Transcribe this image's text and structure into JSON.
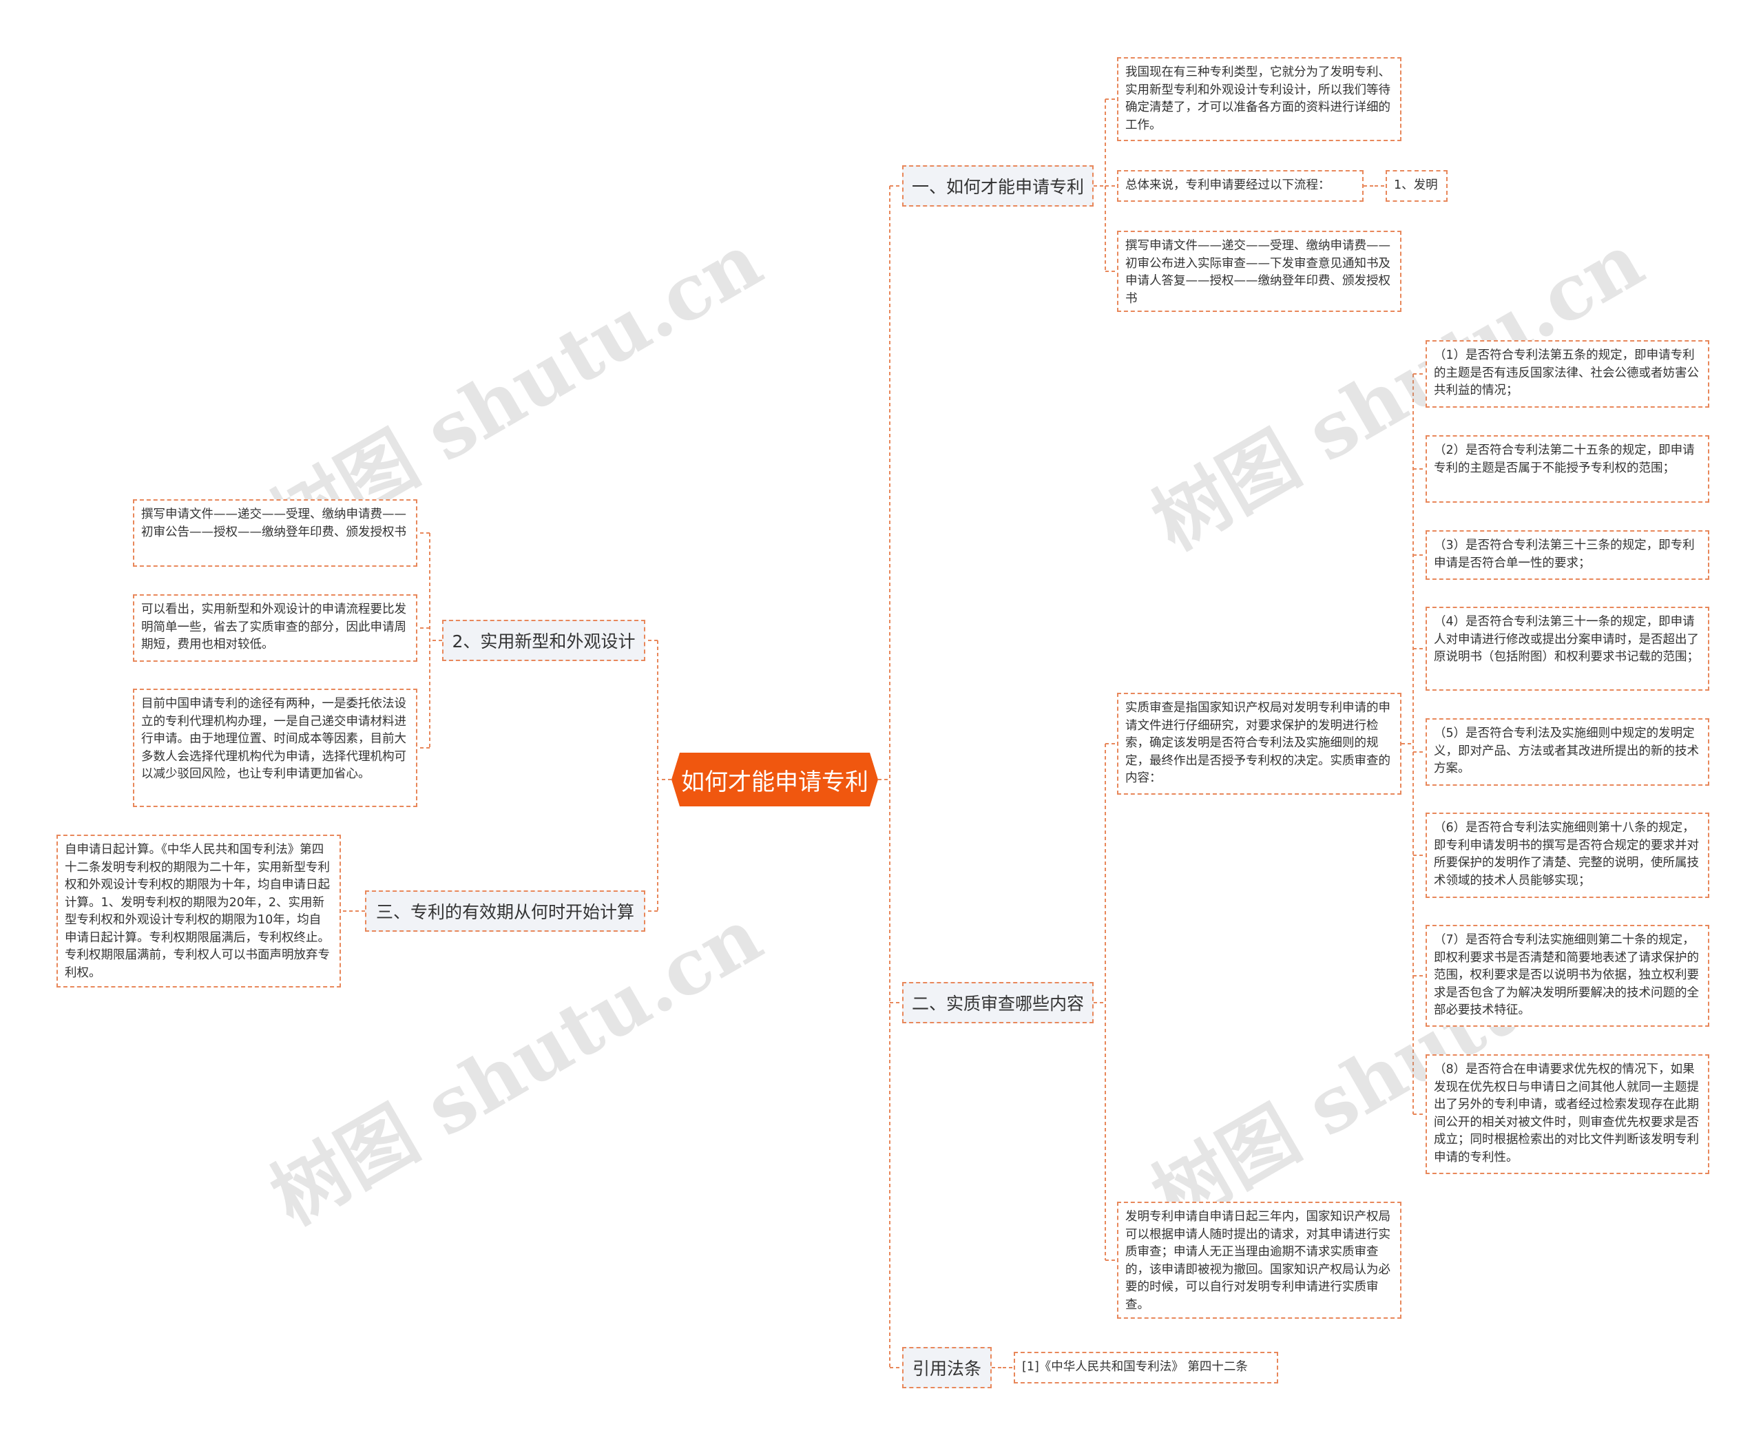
{
  "root": {
    "label": "如何才能申请专利"
  },
  "branches": {
    "b1": {
      "label": "一、如何才能申请专利"
    },
    "b2": {
      "label": "二、实质审查哪些内容"
    },
    "b3": {
      "label": "引用法条"
    },
    "b4": {
      "label": "2、实用新型和外观设计"
    },
    "b5": {
      "label": "三、专利的有效期从何时开始计算"
    }
  },
  "leaves": {
    "b1_1": "我国现在有三种专利类型，它就分为了发明专利、实用新型专利和外观设计专利设计，所以我们等待确定清楚了，才可以准备各方面的资料进行详细的工作。",
    "b1_2": "总体来说，专利申请要经过以下流程：",
    "b1_2_1": "1、发明",
    "b1_3": "撰写申请文件——递交——受理、缴纳申请费——初审公布进入实际审查——下发审查意见通知书及申请人答复——授权——缴纳登年印费、颁发授权书",
    "b2_1": "实质审查是指国家知识产权局对发明专利申请的申请文件进行仔细研究，对要求保护的发明进行检索，确定该发明是否符合专利法及实施细则的规定，最终作出是否授予专利权的决定。实质审查的内容：",
    "b2_1_1": "（1）是否符合专利法第五条的规定，即申请专利的主题是否有违反国家法律、社会公德或者妨害公共利益的情况；",
    "b2_1_2": "（2）是否符合专利法第二十五条的规定，即申请专利的主题是否属于不能授予专利权的范围；",
    "b2_1_3": "（3）是否符合专利法第三十三条的规定，即专利申请是否符合单一性的要求；",
    "b2_1_4": "（4）是否符合专利法第三十一条的规定，即申请人对申请进行修改或提出分案申请时，是否超出了原说明书（包括附图）和权利要求书记载的范围；",
    "b2_1_5": "（5）是否符合专利法及实施细则中规定的发明定义，即对产品、方法或者其改进所提出的新的技术方案。",
    "b2_1_6": "（6）是否符合专利法实施细则第十八条的规定，即专利申请发明书的撰写是否符合规定的要求并对所要保护的发明作了清楚、完整的说明，使所属技术领域的技术人员能够实现；",
    "b2_1_7": "（7）是否符合专利法实施细则第二十条的规定，即权利要求书是否清楚和简要地表述了请求保护的范围，权利要求是否以说明书为依据，独立权利要求是否包含了为解决发明所要解决的技术问题的全部必要技术特征。",
    "b2_1_8": "（8）是否符合在申请要求优先权的情况下，如果发现在优先权日与申请日之间其他人就同一主题提出了另外的专利申请，或者经过检索发现存在此期间公开的相关对被文件时，则审查优先权要求是否成立；同时根据检索出的对比文件判断该发明专利申请的专利性。",
    "b2_2": "发明专利申请自申请日起三年内，国家知识产权局可以根据申请人随时提出的请求，对其申请进行实质审查；申请人无正当理由逾期不请求实质审查的，该申请即被视为撤回。国家知识产权局认为必要的时候，可以自行对发明专利申请进行实质审查。",
    "b3_1": "[1]《中华人民共和国专利法》 第四十二条",
    "b4_1": "撰写申请文件——递交——受理、缴纳申请费——初审公告——授权——缴纳登年印费、颁发授权书",
    "b4_2": "可以看出，实用新型和外观设计的申请流程要比发明简单一些，省去了实质审查的部分，因此申请周期短，费用也相对较低。",
    "b4_3": "目前中国申请专利的途径有两种，一是委托依法设立的专利代理机构办理，一是自己递交申请材料进行申请。由于地理位置、时间成本等因素，目前大多数人会选择代理机构代为申请，选择代理机构可以减少驳回风险，也让专利申请更加省心。",
    "b5_1": "自申请日起计算。《中华人民共和国专利法》第四十二条发明专利权的期限为二十年，实用新型专利权和外观设计专利权的期限为十年，均自申请日起计算。1、发明专利权的期限为20年，2、实用新型专利权和外观设计专利权的期限为10年，均自申请日起计算。专利权期限届满后，专利权终止。专利权期限届满前，专利权人可以书面声明放弃专利权。"
  },
  "watermark": "树图 shutu.cn",
  "colors": {
    "accent": "#f0570f",
    "line": "#e8875a",
    "branch_bg": "#f1f3f7"
  }
}
